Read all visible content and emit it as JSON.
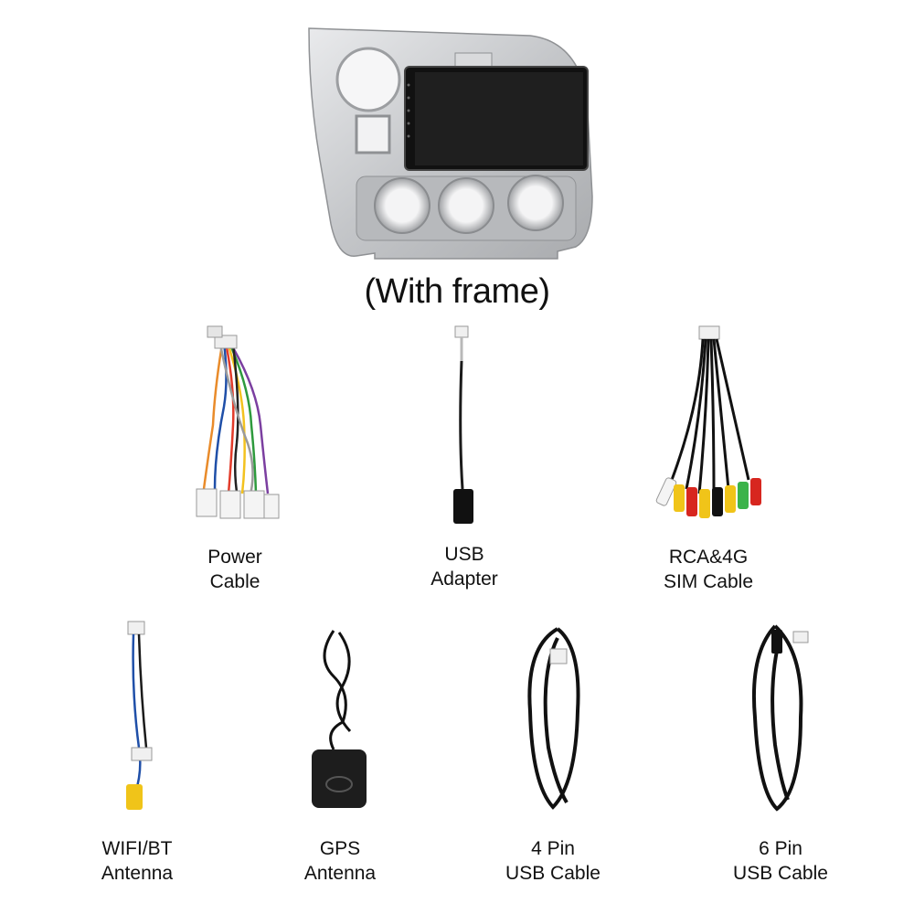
{
  "title": "(With frame)",
  "items": [
    {
      "line1": "Power",
      "line2": "Cable",
      "icon": "power-cable-harness-icon"
    },
    {
      "line1": "USB",
      "line2": "Adapter",
      "icon": "usb-adapter-cable-icon"
    },
    {
      "line1": "RCA&4G",
      "line2": "SIM Cable",
      "icon": "rca-cable-icon"
    },
    {
      "line1": "WIFI/BT",
      "line2": "Antenna",
      "icon": "wifi-antenna-icon"
    },
    {
      "line1": "GPS",
      "line2": "Antenna",
      "icon": "gps-antenna-icon"
    },
    {
      "line1": "4 Pin",
      "line2": "USB Cable",
      "icon": "usb-4pin-cable-icon"
    },
    {
      "line1": "6 Pin",
      "line2": "USB Cable",
      "icon": "usb-6pin-cable-icon"
    }
  ],
  "colors": {
    "frame": "#c9cacc",
    "screen": "#1b1b1b",
    "rca_red": "#d7261f",
    "rca_yellow": "#f0c419",
    "rca_green": "#3bb34a"
  }
}
